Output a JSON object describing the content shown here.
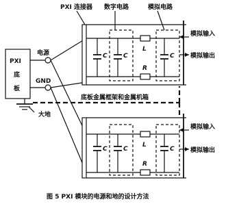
{
  "labels": {
    "pxi_connector": "PXI 连接器",
    "digital_circuit": "数字电路",
    "analog_circuit": "模拟电路",
    "power": "电源",
    "gnd": "GND",
    "earth": "大地",
    "backplane_line1": "PXI",
    "backplane_line2": "底",
    "backplane_line3": "板",
    "chassis_note": "底板金属框架和金属机箱",
    "analog_input_top": "模拟输入",
    "analog_output_top": "模拟输出",
    "analog_input_bottom": "模拟输入",
    "analog_output_bottom": "模拟输出"
  },
  "symbols": {
    "capacitor": "C",
    "inductor": "L",
    "resistor": "R"
  },
  "caption": "图 5  PXI 模块的电源和地的设计方法"
}
